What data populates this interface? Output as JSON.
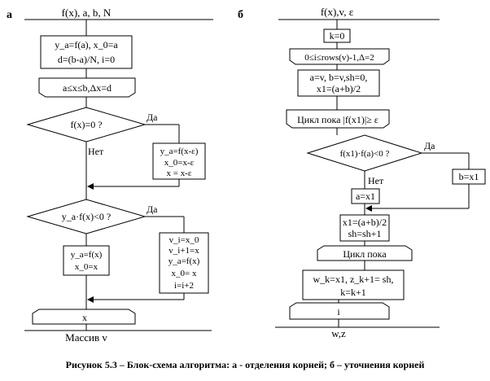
{
  "panel_a": {
    "label": "а",
    "header": "f(x), a, b, N",
    "init_1": "y_a=f(a), x_0=a",
    "init_2": "d=(b-a)/N, i=0",
    "loop": "a≤x≤b,Δx=d",
    "cond1": "f(x)=0 ?",
    "yes1": "Да",
    "no1": "Нет",
    "shift_1": "y_a=f(x-ε)",
    "shift_2": "x_0=x-ε",
    "shift_3": "x = x-ε",
    "cond2": "y_a·f(x)<0 ?",
    "yes2": "Да",
    "upd_1": "y_a=f(x)",
    "upd_2": "x_0=x",
    "root_1": "v_i=x_0",
    "root_2": "v_i+1=x",
    "root_3": "y_a=f(x)",
    "root_4": "x_0= x",
    "root_5": "i=i+2",
    "loop_end": "x",
    "footer": "Массив v"
  },
  "panel_b": {
    "label": "б",
    "header": "f(x),v, ε",
    "init": "k=0",
    "loop": "0≤i≤rows(v)-1,Δ=2",
    "assign_1": "a=v, b=v,sh=0,",
    "assign_2": "x1=(a+b)/2",
    "while": "Цикл пока |f(x1)|≥ ε",
    "cond": "f(x1)·f(a)<0 ?",
    "yes": "Да",
    "no": "Нет",
    "set_b": "b=x1",
    "set_a": "a=x1",
    "calc_1": "x1=(a+b)/2",
    "calc_2": "sh=sh+1",
    "while_end": "Цикл пока",
    "store_1": "w_k=x1, z_k+1= sh,",
    "store_2": "k=k+1",
    "loop_end": "i",
    "footer": "w,z"
  },
  "caption": "Рисунок 5.3 – Блок-схема алгоритма: а - отделения корней; б – уточнения корней"
}
